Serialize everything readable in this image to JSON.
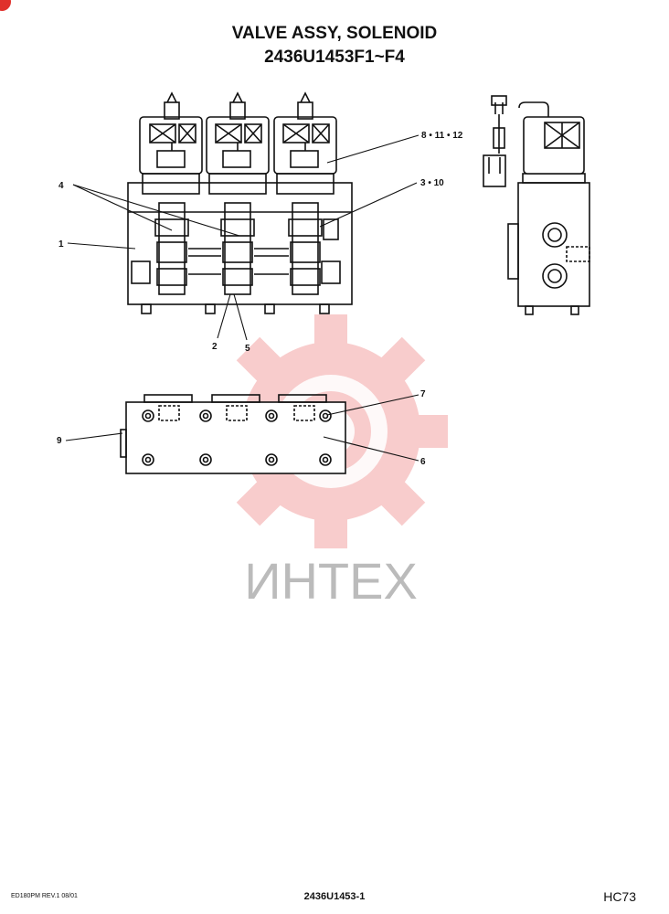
{
  "header": {
    "title": "VALVE ASSY, SOLENOID",
    "part_range": "2436U1453F1~F4"
  },
  "callouts": {
    "c8_11_12": "8 • 11 • 12",
    "c4": "4",
    "c3_10": "3 • 10",
    "c1": "1",
    "c2": "2",
    "c5": "5",
    "c7": "7",
    "c9": "9",
    "c6": "6"
  },
  "watermark": {
    "text": "ИНТЕХ",
    "color": "#e84a4a"
  },
  "footer": {
    "revision": "ED180PM REV.1 08/01",
    "drawing_number": "2436U1453-1",
    "page_code": "HC73"
  }
}
